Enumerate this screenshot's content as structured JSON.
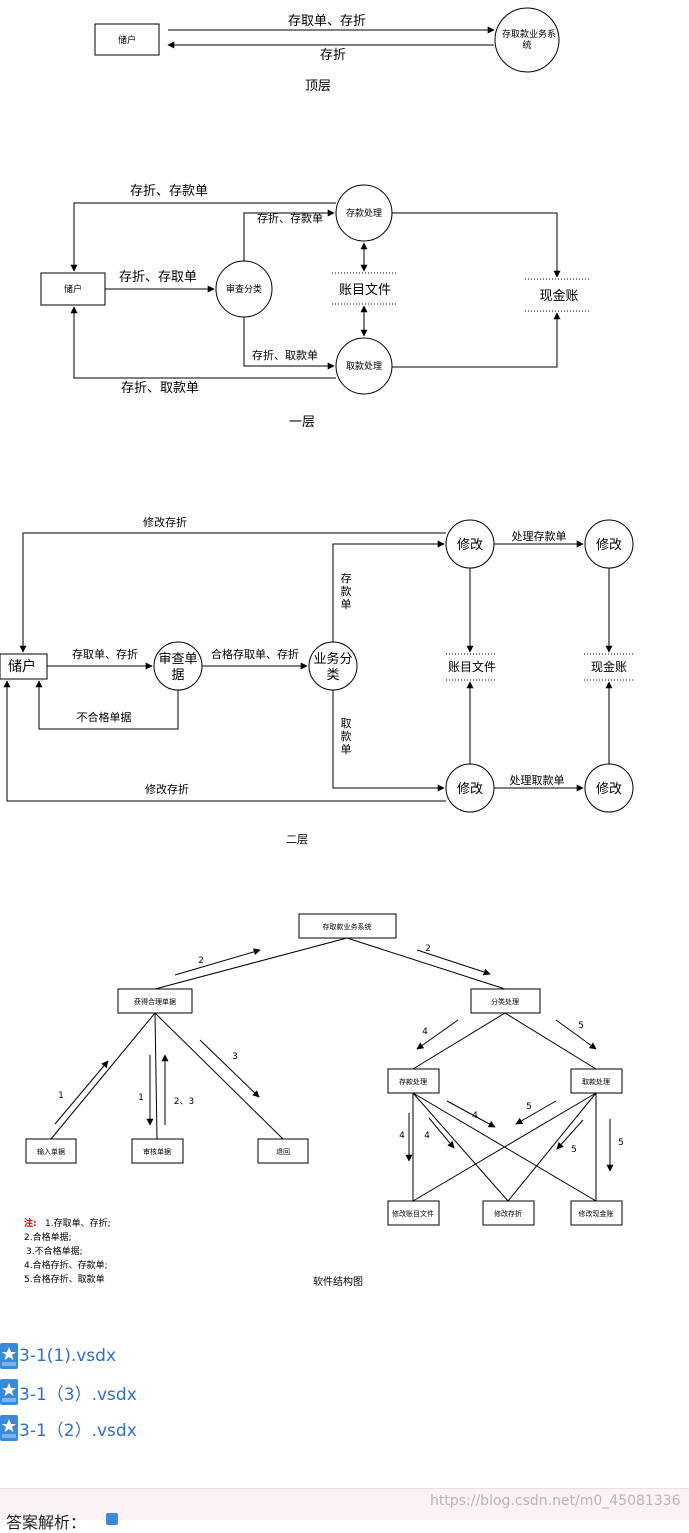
{
  "top": {
    "user": "储户",
    "system": [
      "存取款业务系",
      "统"
    ],
    "flow_in": "存取单、存折",
    "flow_out": "存折",
    "caption": "顶层"
  },
  "layer1": {
    "user": "储户",
    "review": "审查分类",
    "deposit": "存款处理",
    "withdraw": "取款处理",
    "ledger": "账目文件",
    "cash": "现金账",
    "f_top": "存折、存款单",
    "f_mid": "存折、存取单",
    "f_dep": "存折、存款单",
    "f_wd": "存折、取款单",
    "f_bottom": "存折、取款单",
    "caption": "一层"
  },
  "layer2": {
    "user": "储户",
    "review": [
      "审查单",
      "据"
    ],
    "classify": [
      "业务分",
      "类"
    ],
    "modify_a": "修改",
    "modify_b": "修改",
    "modify_c": "修改",
    "modify_d": "修改",
    "ledger": "账目文件",
    "cash": "现金账",
    "f_top": "修改存折",
    "f_in": "存取单、存折",
    "f_reject": "不合格单据",
    "f_pass": "合格存取单、存折",
    "f_dep_v": [
      "存",
      "款",
      "单"
    ],
    "f_wd_v": [
      "取",
      "款",
      "单"
    ],
    "f_proc_dep": "处理存款单",
    "f_proc_wd": "处理取款单",
    "f_bottom": "修改存折",
    "caption": "二层"
  },
  "structure": {
    "root": "存取款业务系统",
    "get": "获得合理单据",
    "classify": "分类处理",
    "input": "输入单据",
    "review": "审核单据",
    "return": "退回",
    "deposit": "存款处理",
    "withdraw": "取款处理",
    "mod_ledger": "修改账目文件",
    "mod_book": "修改存折",
    "mod_cash": "修改现金账",
    "n": {
      "a": "2",
      "b": "2",
      "c": "1",
      "d": "1",
      "e": "2、3",
      "f": "3",
      "g": "4",
      "h": "5",
      "i": "4",
      "j": "5",
      "k": "4",
      "l": "4",
      "m": "5",
      "o": "5"
    },
    "note_label": "注:",
    "notes": [
      "1.存取单、存折;",
      "2.合格单据;",
      "3.不合格单据;",
      "4.合格存折、存款单;",
      "5.合格存折、取款单"
    ],
    "caption": "软件结构图"
  },
  "attachments": [
    "3-1(1).vsdx",
    "3-1（3）.vsdx",
    "3-1（2）.vsdx"
  ],
  "answer_title": "答案解析：",
  "watermark": "https://blog.csdn.net/m0_45081336",
  "colors": {
    "link": "#2f6fc4",
    "note_red": "#d40000",
    "file_icon": "#3a8ad8"
  }
}
